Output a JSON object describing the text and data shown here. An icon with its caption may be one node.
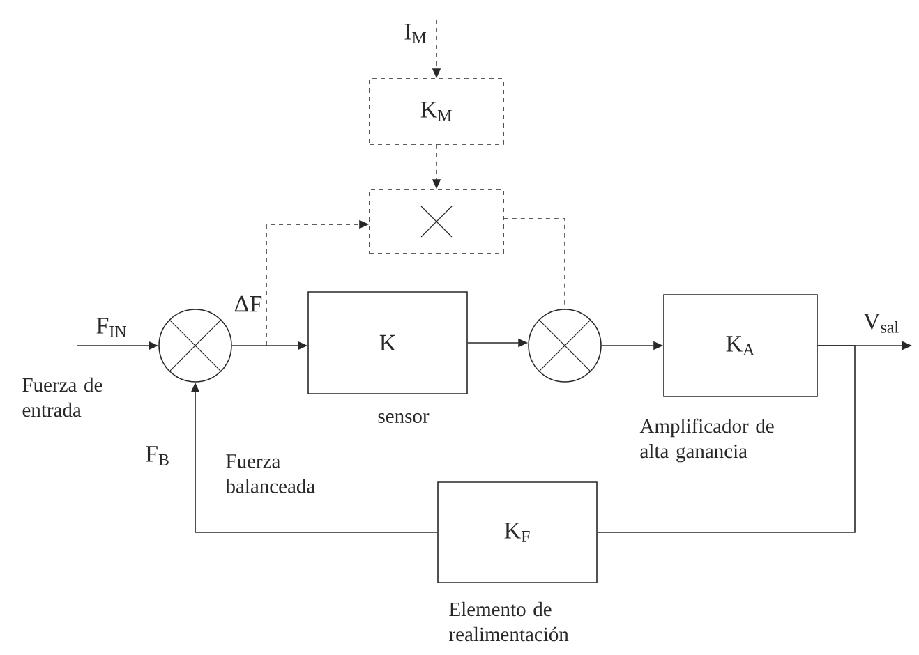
{
  "diagram": {
    "nodes": [
      {
        "text": [
          "I$_{M}$"
        ]
      },
      {
        "text": [
          "K$_{M}$"
        ]
      },
      {
        "text": [],
        "shape": "box"
      },
      {
        "text": [],
        "shape": "circle"
      },
      {
        "text": [
          "K"
        ],
        "beside": [
          "sensor"
        ]
      },
      {
        "text": [],
        "shape": "circle"
      },
      {
        "text": [
          "K$_{A}$"
        ],
        "beside": [
          "Amplificador de alta ganancia"
        ]
      },
      {
        "text": [
          "K$_{F}$"
        ],
        "beside": [
          "Elemento de realimentación"
        ]
      }
    ],
    "edges": [
      {
        "from": null,
        "to": 3,
        "arrow": "to",
        "label": "F$_{IN}$"
      },
      {
        "from": 3,
        "to": 4,
        "arrow": "to",
        "label": "ΔF"
      },
      {
        "from": 4,
        "to": 5,
        "arrow": "to"
      },
      {
        "from": 5,
        "to": 6,
        "arrow": "to"
      },
      {
        "from": 6,
        "to": null,
        "arrow": "to",
        "label": "V$_{sal}$"
      },
      {
        "from": 6,
        "to": 7,
        "arrow": "none"
      },
      {
        "from": 7,
        "to": 3,
        "arrow": "to",
        "label": "F$_{B}$"
      },
      {
        "from": 0,
        "to": 1,
        "arrow": "to",
        "style": "dashed"
      },
      {
        "from": 1,
        "to": 2,
        "arrow": "to",
        "style": "dashed"
      },
      {
        "from": 3,
        "to": 2,
        "arrow": "to",
        "style": "dashed"
      },
      {
        "from": 2,
        "to": 5,
        "arrow": "none",
        "style": "dashed"
      }
    ],
    "labels": [
      "Fuerza de entrada",
      "Fuerza balanceada"
    ]
  }
}
